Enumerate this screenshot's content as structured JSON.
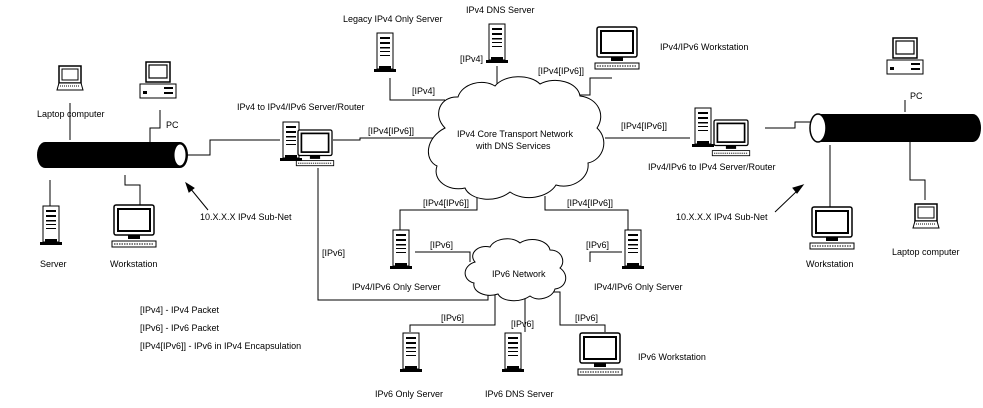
{
  "nodes": {
    "legacy_ipv4_server": "Legacy IPv4 Only Server",
    "ipv4_dns_server": "IPv4 DNS Server",
    "ipv4_ipv6_workstation_top": "IPv4/IPv6 Workstation",
    "laptop_left": "Laptop computer",
    "pc_left": "PC",
    "ipv4_to_dual_router": "IPv4 to IPv4/IPv6 Server/Router",
    "core_network_line1": "IPv4 Core Transport Network",
    "core_network_line2": "with DNS Services",
    "dual_to_ipv4_router": "IPv4/IPv6 to IPv4 Server/Router",
    "pc_right": "PC",
    "subnet_left": "10.X.X.X IPv4 Sub-Net",
    "subnet_right": "10.X.X.X IPv4 Sub-Net",
    "server_left": "Server",
    "workstation_left": "Workstation",
    "workstation_right": "Workstation",
    "laptop_right": "Laptop computer",
    "ipv6_network": "IPv6 Network",
    "dual_only_server_left": "IPv4/IPv6 Only Server",
    "dual_only_server_right": "IPv4/IPv6 Only Server",
    "ipv6_workstation": "IPv6 Workstation",
    "ipv6_only_server": "IPv6 Only Server",
    "ipv6_dns_server": "IPv6 DNS Server"
  },
  "links": {
    "legacy_to_core": "[IPv4]",
    "dns_to_core": "[IPv4]",
    "ws_to_core": "[IPv4[IPv6]]",
    "router_left_to_core": "[IPv4[IPv6]]",
    "core_to_router_right": "[IPv4[IPv6]]",
    "core_to_dual_left": "[IPv4[IPv6]]",
    "core_to_dual_right": "[IPv4[IPv6]]",
    "dual_left_to_v6": "[IPv6]",
    "dual_right_to_v6": "[IPv6]",
    "router_left_to_v6": "[IPv6]",
    "v6_to_only_server": "[IPv6]",
    "v6_to_dns": "[IPv6]",
    "v6_to_ws": "[IPv6]"
  },
  "legend": [
    {
      "key": "[IPv4]",
      "desc": " - IPv4 Packet"
    },
    {
      "key": "[IPv6]",
      "desc": " - IPv6 Packet"
    },
    {
      "key": "[IPv4[IPv6]]",
      "desc": " - IPv6 in IPv4 Encapsulation"
    }
  ]
}
